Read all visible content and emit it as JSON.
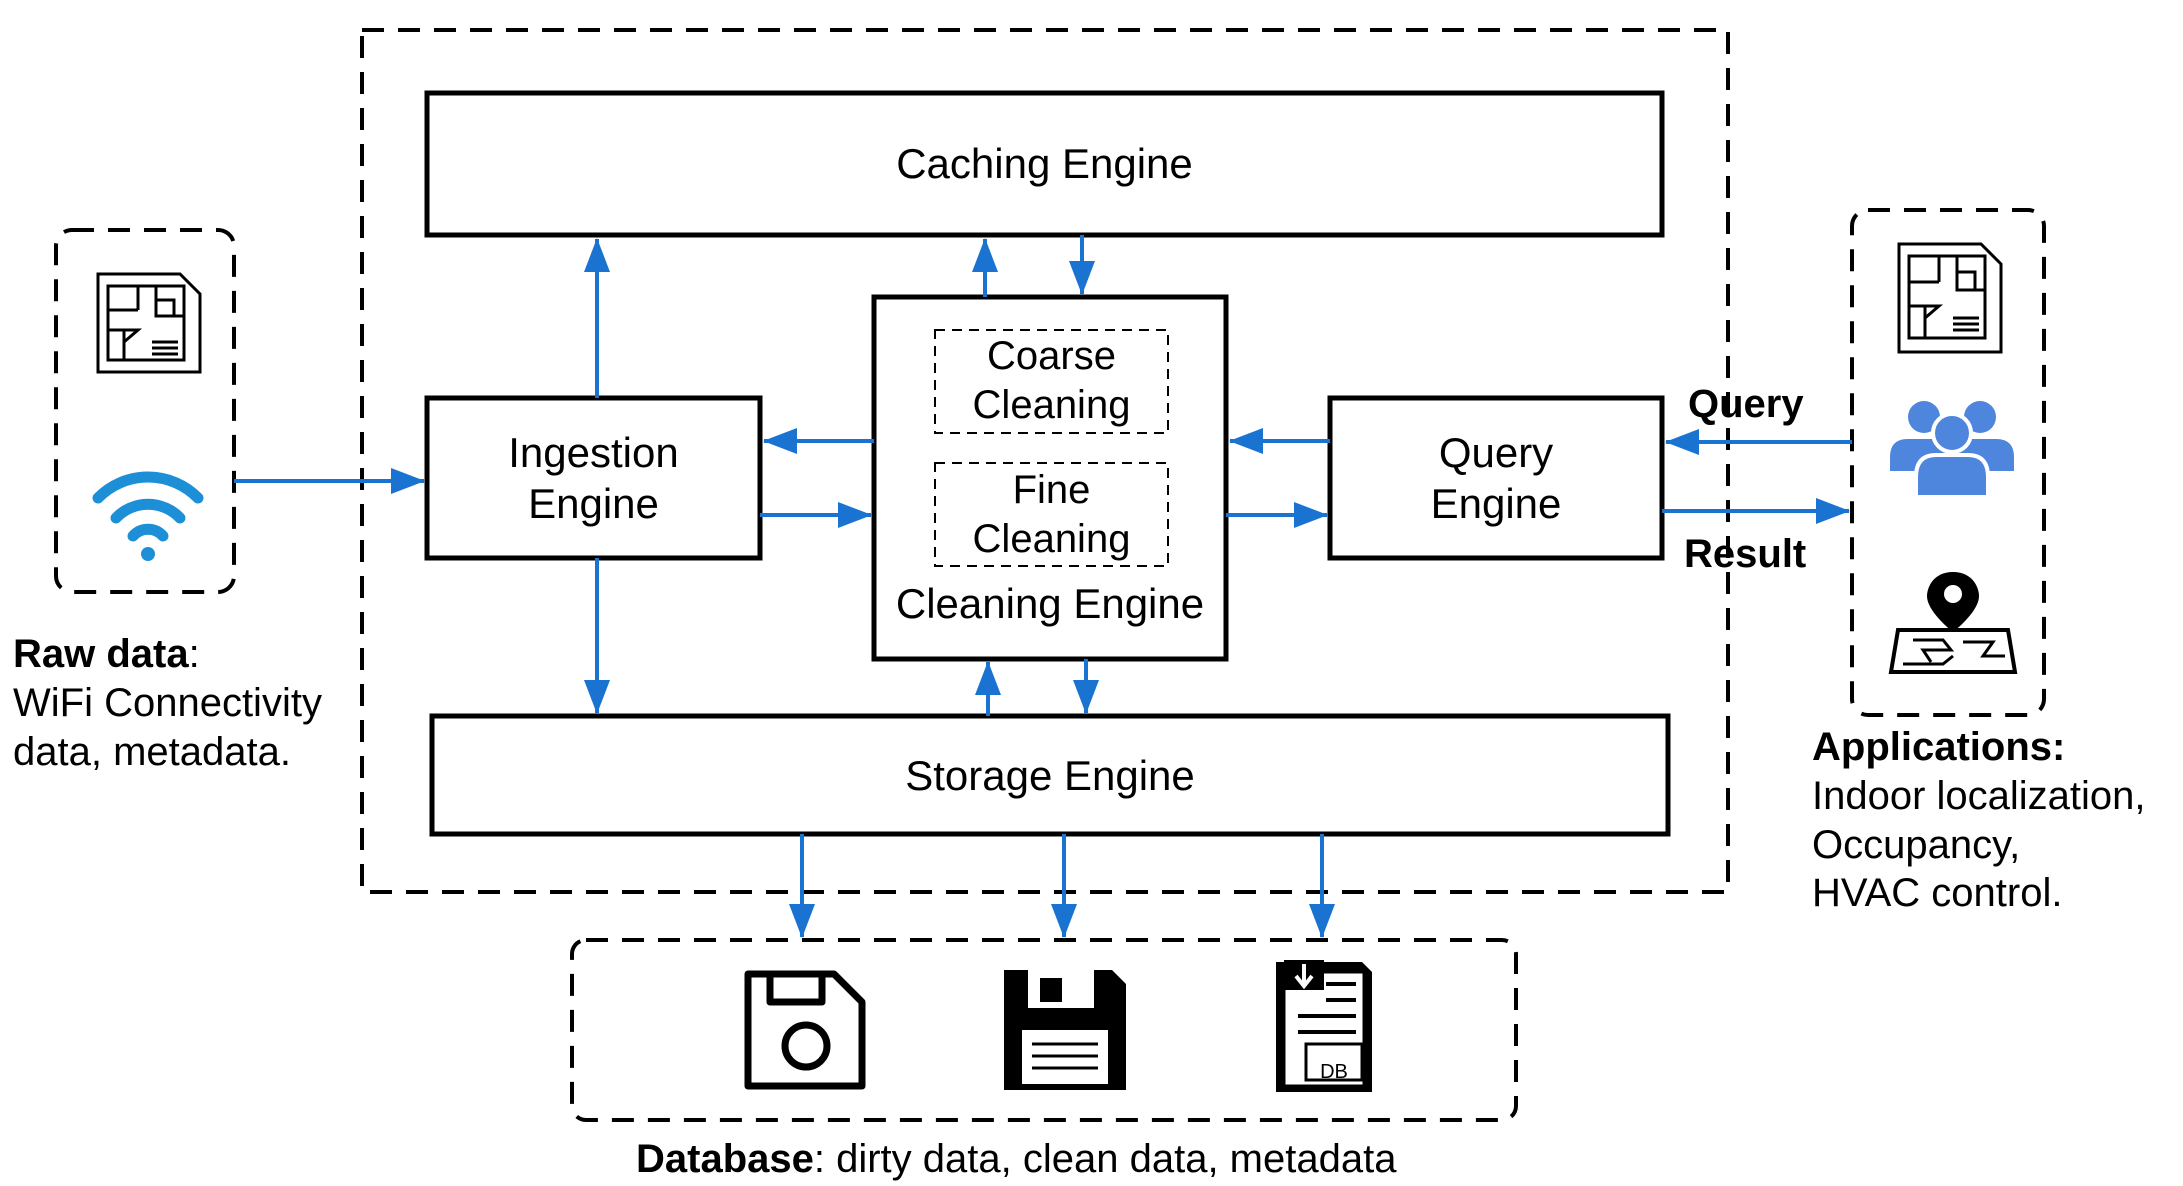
{
  "engines": {
    "caching": "Caching Engine",
    "ingestion": [
      "Ingestion",
      "Engine"
    ],
    "cleaning": {
      "coarse": [
        "Coarse",
        "Cleaning"
      ],
      "fine": [
        "Fine",
        "Cleaning"
      ],
      "label": "Cleaning Engine"
    },
    "query": [
      "Query",
      "Engine"
    ],
    "storage": "Storage Engine"
  },
  "raw_data": {
    "title": "Raw data",
    "colon": ":",
    "lines": [
      "WiFi Connectivity",
      "data, metadata."
    ],
    "icons": [
      "floorplan-icon",
      "wifi-icon"
    ]
  },
  "applications": {
    "title": "Applications:",
    "lines": [
      "Indoor localization,",
      "Occupancy,",
      "HVAC control."
    ],
    "icons": [
      "floorplan-icon",
      "users-icon",
      "map-pin-icon"
    ]
  },
  "database": {
    "title": "Database",
    "rest": ": dirty data, clean data, metadata",
    "icons": [
      "save-icon",
      "floppy-disk-icon",
      "db-file-icon"
    ]
  },
  "flow": {
    "query": "Query",
    "result": "Result"
  },
  "colors": {
    "arrow": "#1a73d1",
    "wifi": "#1c8fd6",
    "users": "#4f86dd",
    "line": "#000000"
  }
}
